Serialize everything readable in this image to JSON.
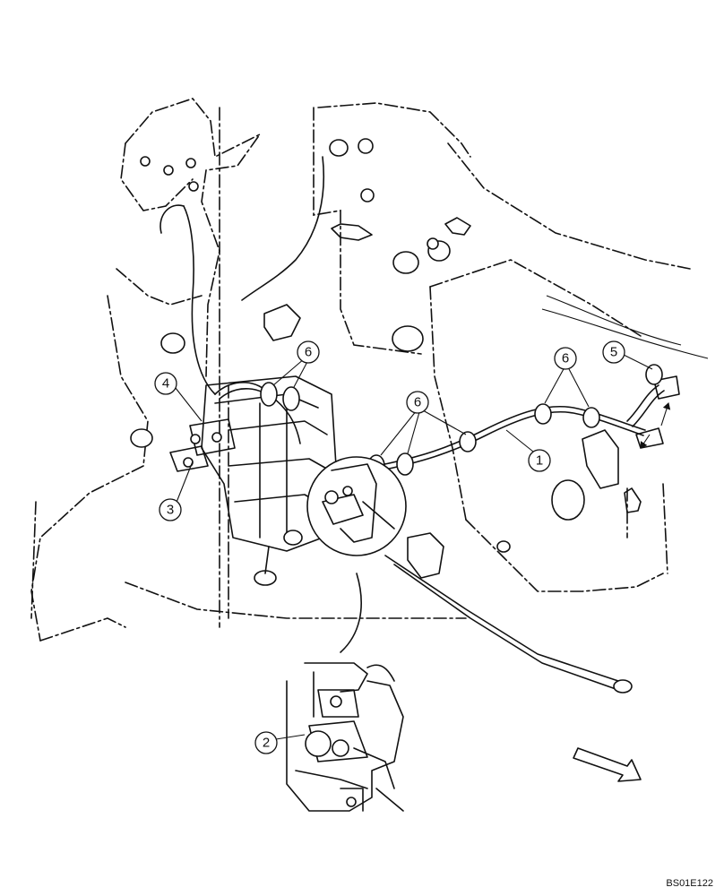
{
  "drawing_code": "BS01E122",
  "callouts": {
    "c1": "1",
    "c2": "2",
    "c3": "3",
    "c4": "4",
    "c5": "5",
    "c6a": "6",
    "c6b": "6",
    "c6c": "6"
  }
}
